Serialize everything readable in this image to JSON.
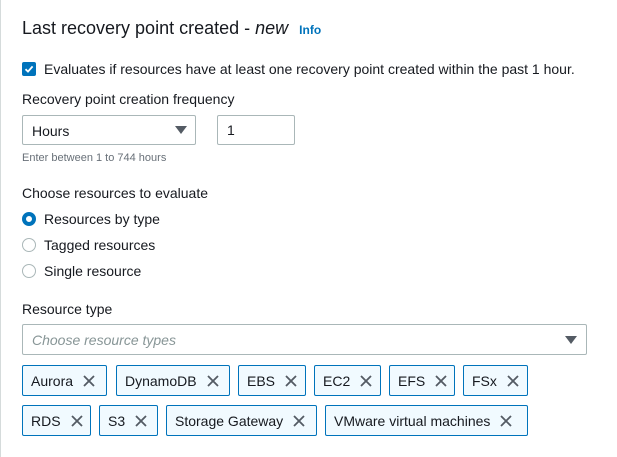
{
  "header": {
    "title_main": "Last recovery point created - ",
    "title_emph": "new",
    "info_link": "Info"
  },
  "evaluation": {
    "checkbox_label": "Evaluates if resources have at least one recovery point created within the past 1 hour.",
    "checked": true
  },
  "frequency": {
    "label": "Recovery point creation frequency",
    "unit_value": "Hours",
    "amount_value": "1",
    "hint": "Enter between 1 to 744 hours"
  },
  "resources": {
    "label": "Choose resources to evaluate",
    "options": [
      "Resources by type",
      "Tagged resources",
      "Single resource"
    ],
    "selected": "Resources by type"
  },
  "resource_type": {
    "label": "Resource type",
    "placeholder": "Choose resource types",
    "tokens": [
      "Aurora",
      "DynamoDB",
      "EBS",
      "EC2",
      "EFS",
      "FSx",
      "RDS",
      "S3",
      "Storage Gateway",
      "VMware virtual machines"
    ]
  },
  "colors": {
    "accent": "#0073bb",
    "border": "#aab7b8",
    "text": "#16191f",
    "hint": "#687078"
  },
  "icons": {
    "checkbox": "check-icon",
    "dropdown": "caret-down-icon",
    "remove_token": "close-icon"
  }
}
